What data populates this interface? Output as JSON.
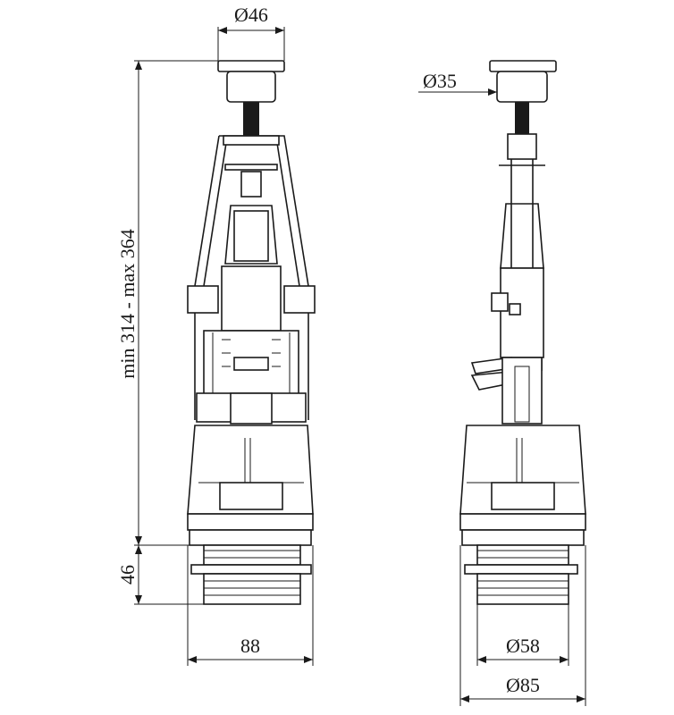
{
  "title": "Flush valve technical drawing",
  "dimensions": {
    "button_diameter_front": "Ø46",
    "button_diameter_side": "Ø35",
    "height_range": "min 314 - max 364",
    "thread_height": "46",
    "body_width": "88",
    "thread_diameter": "Ø58",
    "flange_diameter": "Ø85"
  },
  "colors": {
    "line": "#1a1a1a",
    "background": "#ffffff"
  }
}
